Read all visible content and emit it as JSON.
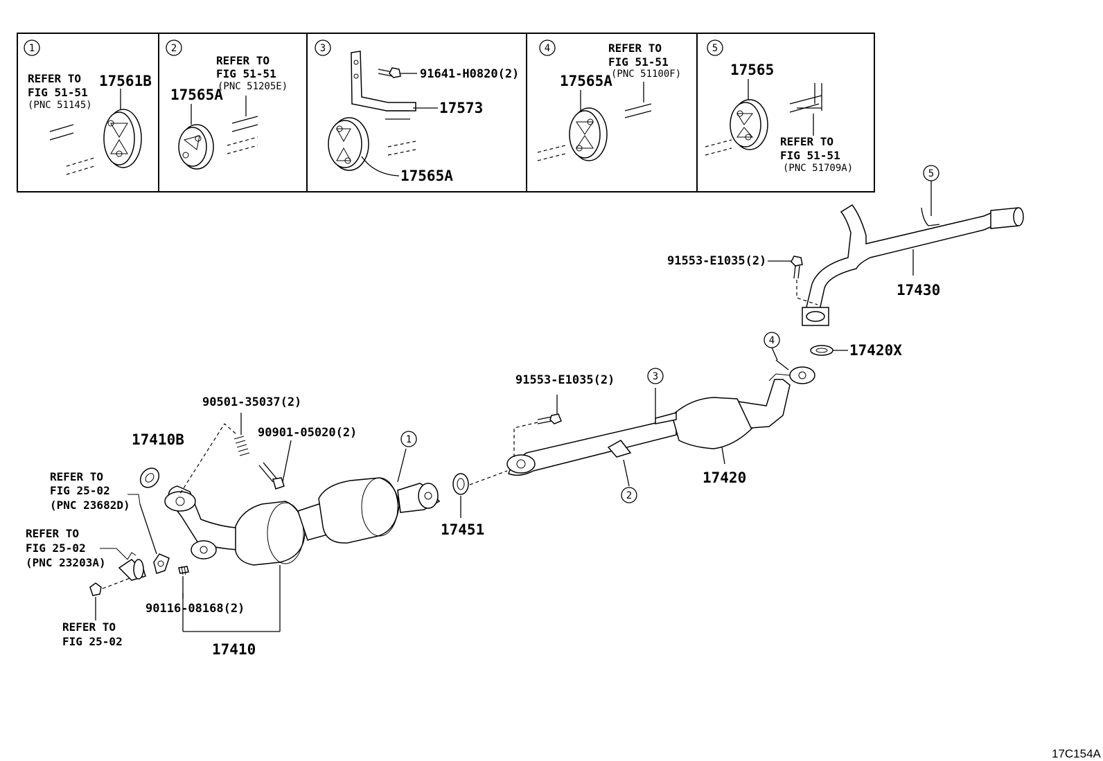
{
  "callout_numbers": [
    "1",
    "2",
    "3",
    "4",
    "5"
  ],
  "panels": {
    "p1": {
      "refer": "REFER TO",
      "fig": "FIG 51-51",
      "pnc": "(PNC 51145)",
      "part": "17561B"
    },
    "p2": {
      "refer": "REFER TO",
      "fig": "FIG 51-51",
      "pnc": "(PNC 51205E)",
      "part": "17565A"
    },
    "p3": {
      "bolt": "91641-H0820(2)",
      "bracket": "17573",
      "insulator": "17565A"
    },
    "p4": {
      "refer": "REFER TO",
      "fig": "FIG 51-51",
      "pnc": "(PNC 51100F)",
      "part": "17565A"
    },
    "p5": {
      "part": "17565",
      "refer": "REFER TO",
      "fig": "FIG 51-51",
      "pnc": "(PNC 51709A)"
    }
  },
  "parts": {
    "tail_pipe": "17430",
    "tail_bolt": "91553-E1035(2)",
    "gasket_rear": "17420X",
    "center_bolt": "91553-E1035(2)",
    "center_pipe": "17420",
    "gasket_mid": "17451",
    "front_pipe": "17410",
    "gasket_front": "17410B",
    "spring": "90501-35037(2)",
    "bolt_front": "90901-05020(2)",
    "stud": "90116-08168(2)"
  },
  "refs": {
    "r1": {
      "refer": "REFER TO",
      "fig": "FIG 25-02",
      "pnc": "(PNC 23682D)"
    },
    "r2": {
      "refer": "REFER TO",
      "fig": "FIG 25-02",
      "pnc": "(PNC 23203A)"
    },
    "r3": {
      "refer": "REFER TO",
      "fig": "FIG 25-02"
    }
  },
  "figure_id": "17C154A"
}
